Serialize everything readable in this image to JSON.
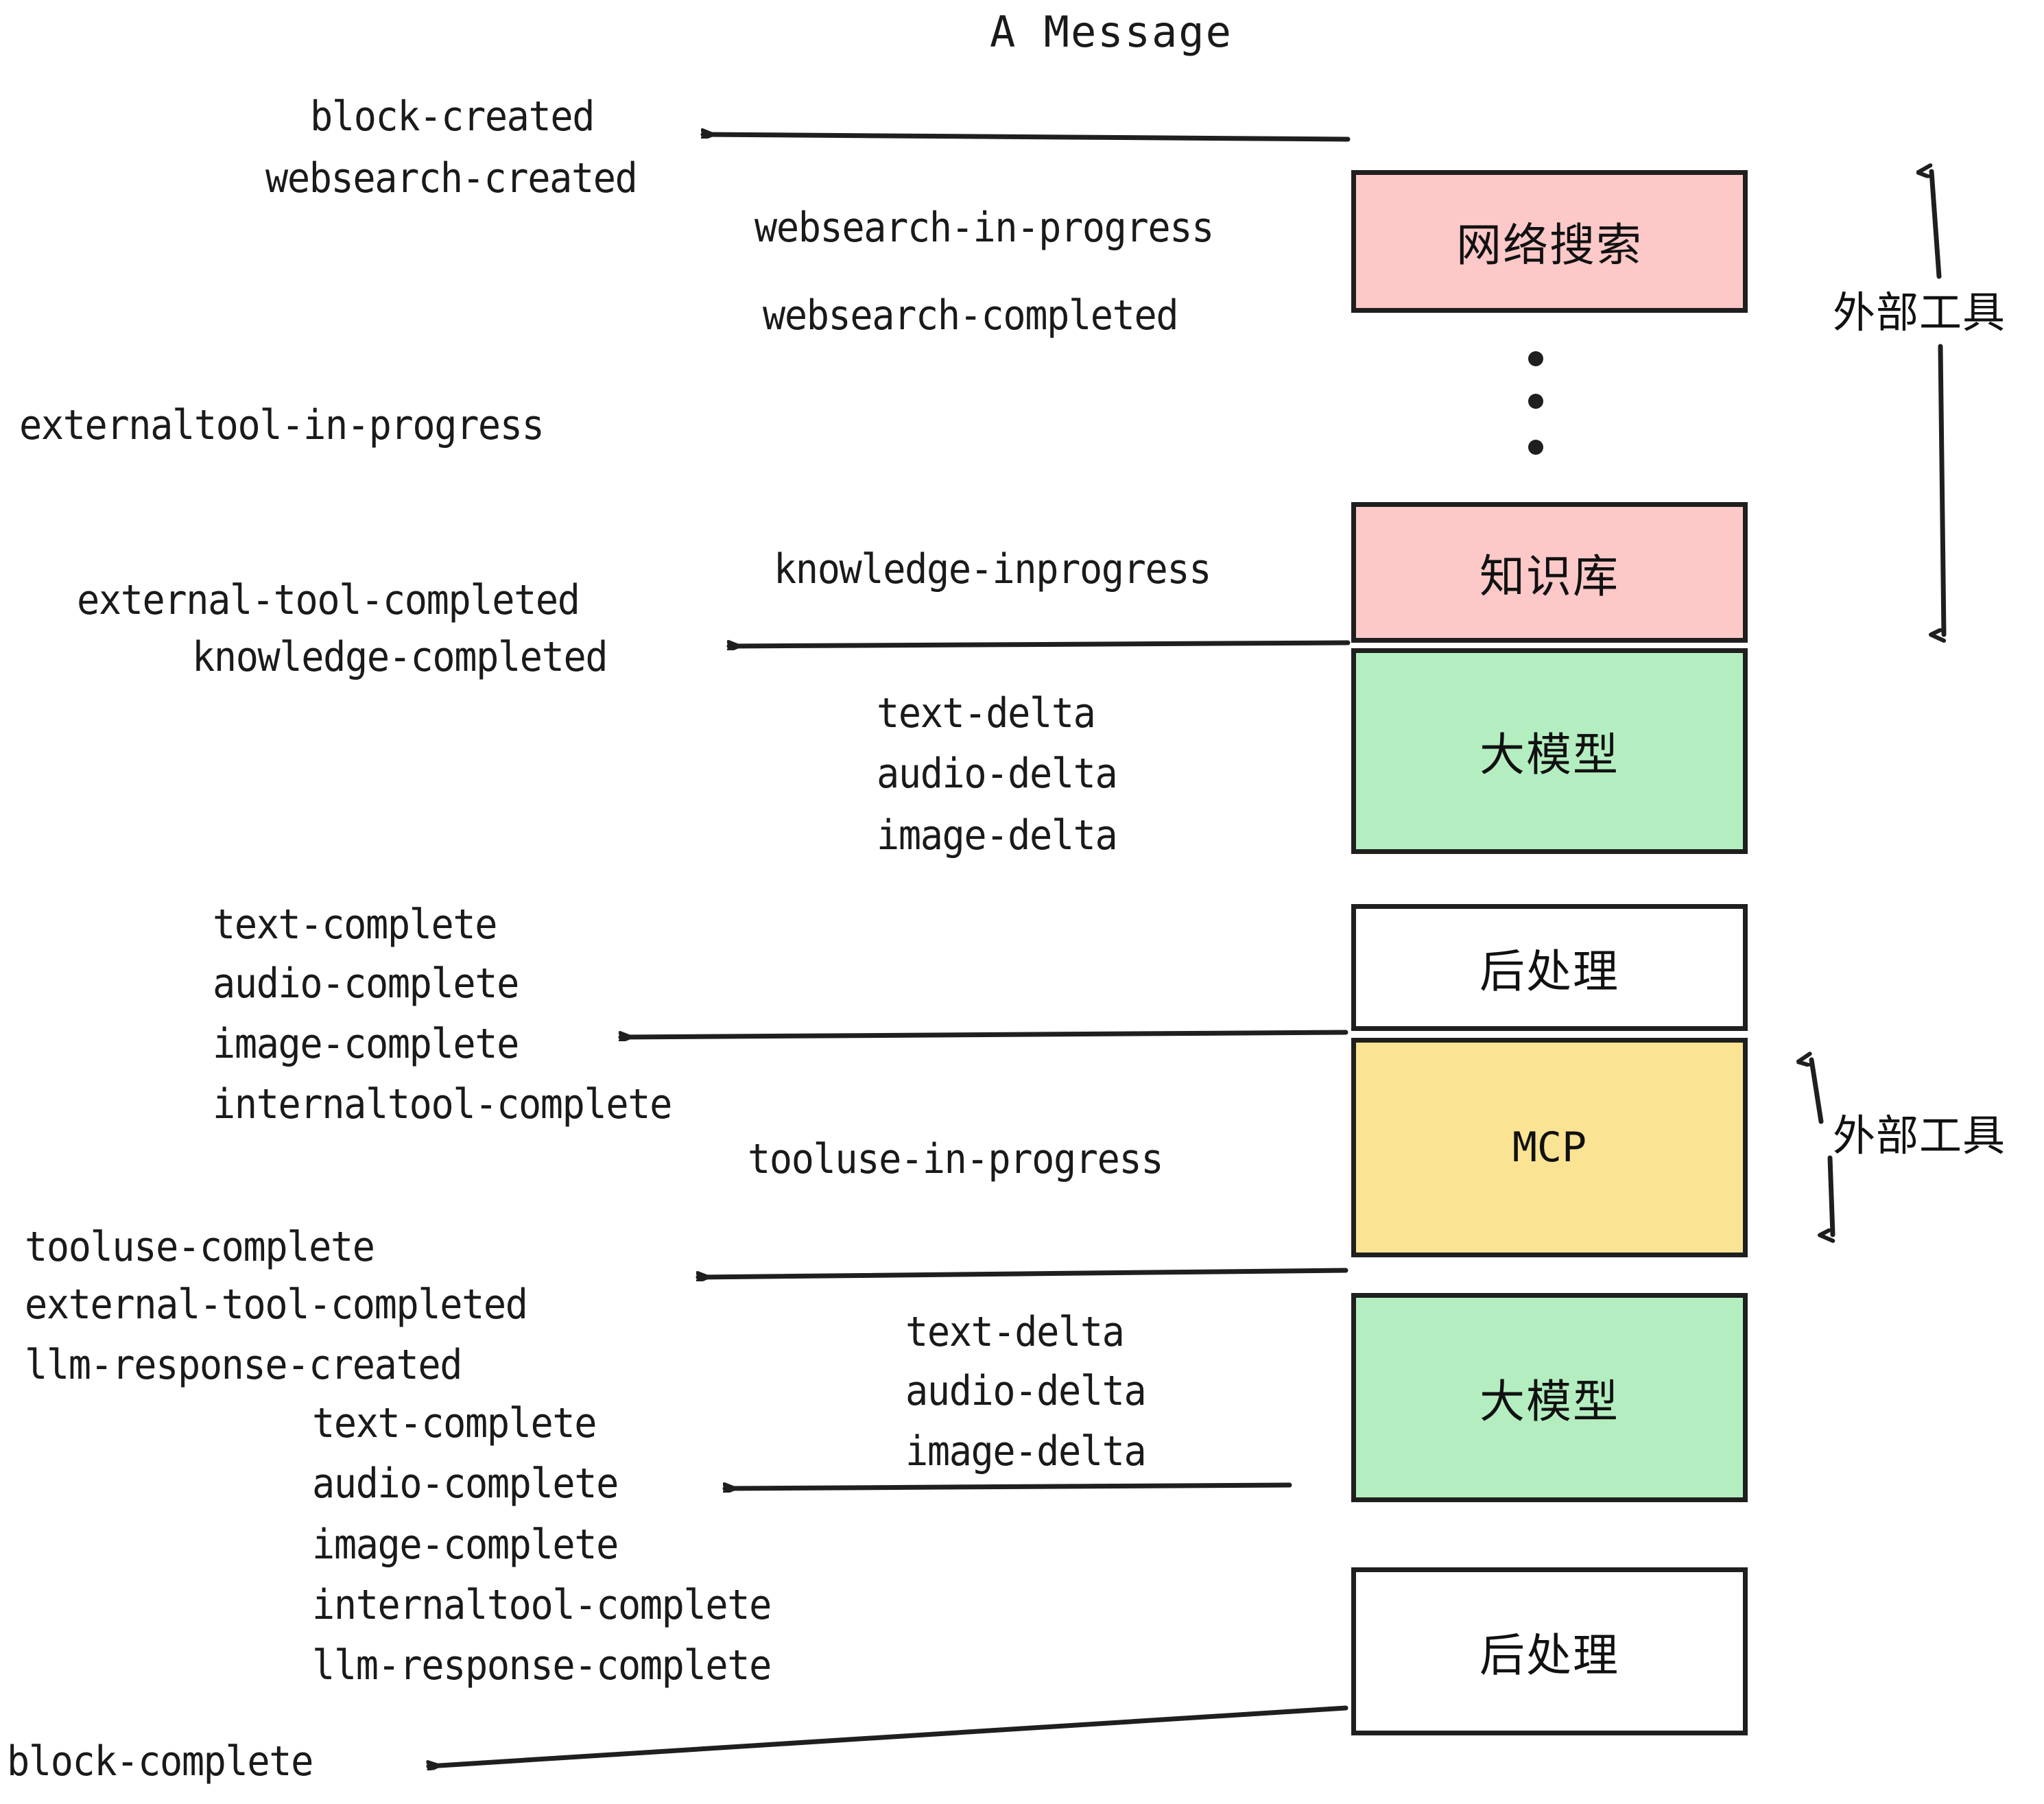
{
  "diagram": {
    "title": "A Message",
    "colors": {
      "pink": "#fcc8c8",
      "green": "#b4eec0",
      "yellow": "#fbe394",
      "white": "#ffffff",
      "stroke": "#1f1f1f",
      "text": "#1a1a1a"
    },
    "nodes": [
      {
        "id": "websearch",
        "label": "网络搜索",
        "fill": "#fcc8c8",
        "script": "cjk"
      },
      {
        "id": "knowledge",
        "label": "知识库",
        "fill": "#fcc8c8",
        "script": "cjk"
      },
      {
        "id": "llm-top",
        "label": "大模型",
        "fill": "#b4eec0",
        "script": "cjk"
      },
      {
        "id": "post-top",
        "label": "后处理",
        "fill": "#ffffff",
        "script": "cjk"
      },
      {
        "id": "mcp",
        "label": "MCP",
        "fill": "#fbe394",
        "script": "latin"
      },
      {
        "id": "llm-bottom",
        "label": "大模型",
        "fill": "#b4eec0",
        "script": "cjk"
      },
      {
        "id": "post-bottom",
        "label": "后处理",
        "fill": "#ffffff",
        "script": "cjk"
      }
    ],
    "group_labels": [
      {
        "id": "external-tools-top",
        "label": "外部工具"
      },
      {
        "id": "external-tools-bottom",
        "label": "外部工具"
      }
    ],
    "events": {
      "block_created": "block-created",
      "websearch_created": "websearch-created",
      "websearch_in_progress": "websearch-in-progress",
      "websearch_completed": "websearch-completed",
      "externaltool_in_progress": "externaltool-in-progress",
      "knowledge_inprogress": "knowledge-inprogress",
      "external_tool_completed_1": "external-tool-completed",
      "knowledge_completed": "knowledge-completed",
      "text_delta_1": "text-delta",
      "audio_delta_1": "audio-delta",
      "image_delta_1": "image-delta",
      "text_complete_1": "text-complete",
      "audio_complete_1": "audio-complete",
      "image_complete_1": "image-complete",
      "internaltool_complete_1": "internaltool-complete",
      "tooluse_in_progress": "tooluse-in-progress",
      "tooluse_complete": "tooluse-complete",
      "external_tool_completed_2": "external-tool-completed",
      "llm_response_created": "llm-response-created",
      "text_delta_2": "text-delta",
      "audio_delta_2": "audio-delta",
      "image_delta_2": "image-delta",
      "text_complete_2": "text-complete",
      "audio_complete_2": "audio-complete",
      "image_complete_2": "image-complete",
      "internaltool_complete_2": "internaltool-complete",
      "llm_response_complete": "llm-response-complete",
      "block_complete": "block-complete"
    }
  }
}
